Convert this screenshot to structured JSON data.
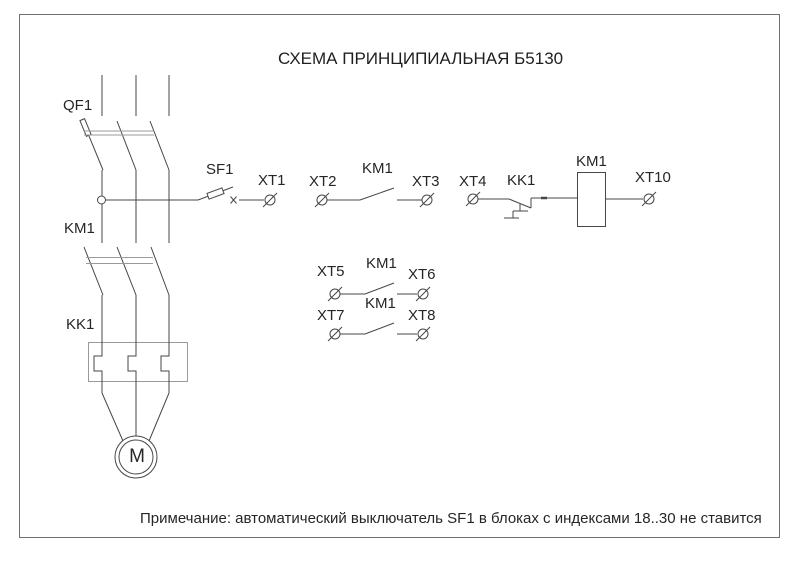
{
  "title": "СХЕМА ПРИНЦИПИАЛЬНАЯ Б5130",
  "note": "Примечание: автоматический выключатель SF1 в блоках с индексами 18..30 не ставится",
  "labels": {
    "qf1": "QF1",
    "km1_main": "KM1",
    "kk1_main": "KK1",
    "sf1": "SF1",
    "xt1": "XT1",
    "xt2": "XT2",
    "km1_ctrl": "KM1",
    "xt3": "XT3",
    "xt4": "XT4",
    "kk1_ctrl": "KK1",
    "km1_coil": "KM1",
    "xt10": "XT10",
    "xt5": "XT5",
    "km1_aux1": "KM1",
    "xt6": "XT6",
    "xt7": "XT7",
    "km1_aux2": "KM1",
    "xt8": "XT8",
    "motor": "M"
  },
  "colors": {
    "line": "#474747",
    "light": "#9a9a9a",
    "border": "#707070",
    "text": "#262626"
  }
}
